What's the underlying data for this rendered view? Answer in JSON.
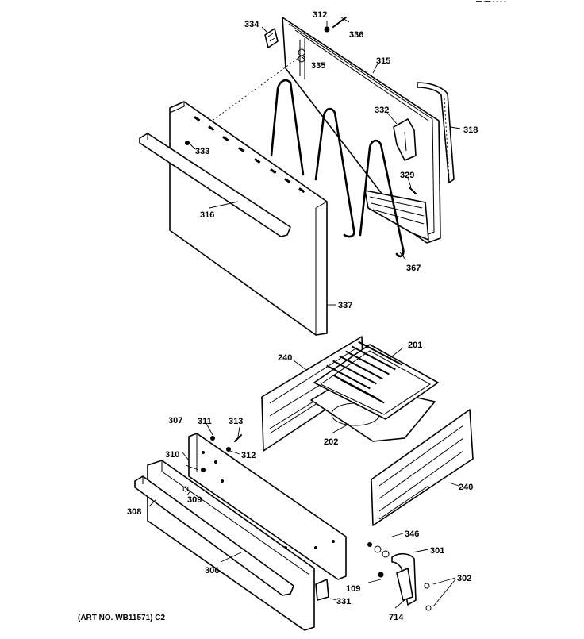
{
  "diagram": {
    "art_number": "(ART NO. WB11571) C2",
    "corner_text": "— — - - - -",
    "labels": {
      "l312a": "312",
      "l336": "336",
      "l334": "334",
      "l335": "335",
      "l315": "315",
      "l332": "332",
      "l318": "318",
      "l333": "333",
      "l329": "329",
      "l316": "316",
      "l367": "367",
      "l337": "337",
      "l240a": "240",
      "l201": "201",
      "l307": "307",
      "l311": "311",
      "l313": "313",
      "l312b": "312",
      "l202": "202",
      "l310": "310",
      "l309": "309",
      "l308": "308",
      "l240b": "240",
      "l346": "346",
      "l301": "301",
      "l306": "306",
      "l302": "302",
      "l109": "109",
      "l331": "331",
      "l714": "714"
    }
  }
}
